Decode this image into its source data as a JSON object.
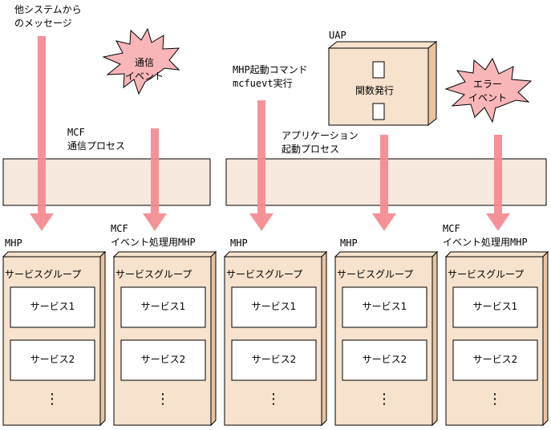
{
  "colors": {
    "arrow": "#f4898f",
    "process_fill": "#f7e9de",
    "box_fill": "#f6e2cd",
    "box_side": "#e8c4a0",
    "burst_fill": "#f8b6b8"
  },
  "labels": {
    "external_message": "他システムから\nのメッセージ",
    "comm_event": "通信\nイベント",
    "mcf_comm_process": "MCF\n通信プロセス",
    "mhp_command": "MHP起動コマンド\nmcfuevt実行",
    "uap": "UAP",
    "function_call": "関数発行",
    "app_start_process": "アプリケーション\n起動プロセス",
    "error_event": "エラー\nイベント",
    "mhp_1": "MHP",
    "mcf_event_mhp_1": "MCF\nイベント処理用MHP",
    "mhp_3": "MHP",
    "mhp_4": "MHP",
    "mcf_event_mhp_5": "MCF\nイベント処理用MHP"
  },
  "service_groups": [
    {
      "title": "サービスグループ",
      "services": [
        "サービス1",
        "サービス2"
      ],
      "more": "⋮"
    },
    {
      "title": "サービスグループ",
      "services": [
        "サービス1",
        "サービス2"
      ],
      "more": "⋮"
    },
    {
      "title": "サービスグループ",
      "services": [
        "サービス1",
        "サービス2"
      ],
      "more": "⋮"
    },
    {
      "title": "サービスグループ",
      "services": [
        "サービス1",
        "サービス2"
      ],
      "more": "⋮"
    },
    {
      "title": "サービスグループ",
      "services": [
        "サービス1",
        "サービス2"
      ],
      "more": "⋮"
    }
  ]
}
